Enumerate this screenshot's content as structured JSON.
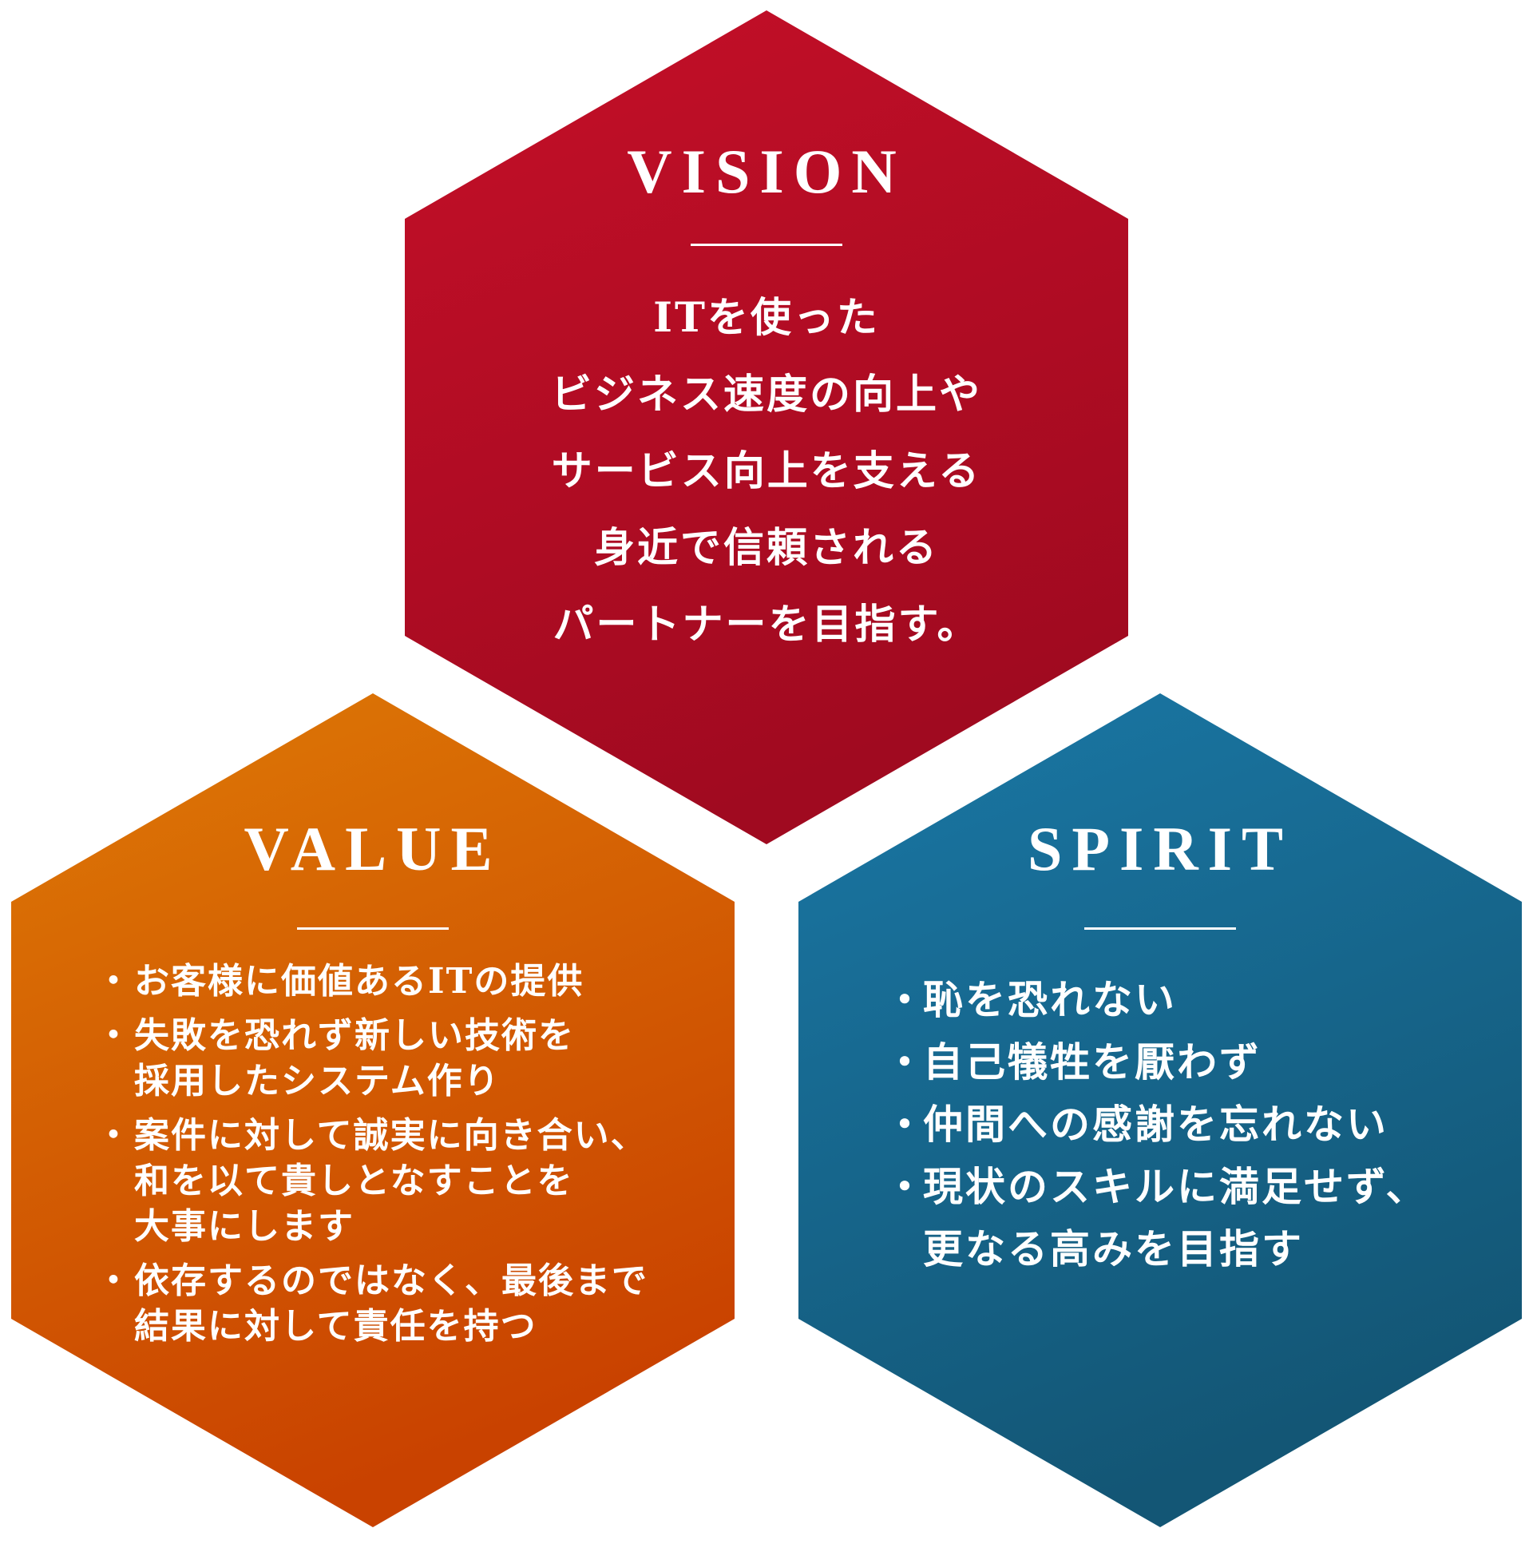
{
  "colors": {
    "vision_top": "#c50f28",
    "vision_bottom": "#a00a20",
    "value_top": "#de7a06",
    "value_bottom": "#c94200",
    "spirit_top": "#1a78a6",
    "spirit_bottom": "#135675",
    "text": "#ffffff"
  },
  "vision": {
    "title": "VISION",
    "lines": [
      "ITを使った",
      "ビジネス速度の向上や",
      "サービス向上を支える",
      "身近で信頼される",
      "パートナーを目指す。"
    ]
  },
  "value": {
    "title": "VALUE",
    "items": [
      {
        "lines": [
          "お客様に価値あるITの提供"
        ]
      },
      {
        "lines": [
          "失敗を恐れず新しい技術を",
          "採用したシステム作り"
        ]
      },
      {
        "lines": [
          "案件に対して誠実に向き合い、",
          "和を以て貴しとなすことを",
          "大事にします"
        ]
      },
      {
        "lines": [
          "依存するのではなく、最後まで",
          "結果に対して責任を持つ"
        ]
      }
    ]
  },
  "spirit": {
    "title": "SPIRIT",
    "items": [
      {
        "lines": [
          "恥を恐れない"
        ]
      },
      {
        "lines": [
          "自己犠牲を厭わず"
        ]
      },
      {
        "lines": [
          "仲間への感謝を忘れない"
        ]
      },
      {
        "lines": [
          "現状のスキルに満足せず、",
          "更なる高みを目指す"
        ]
      }
    ]
  }
}
